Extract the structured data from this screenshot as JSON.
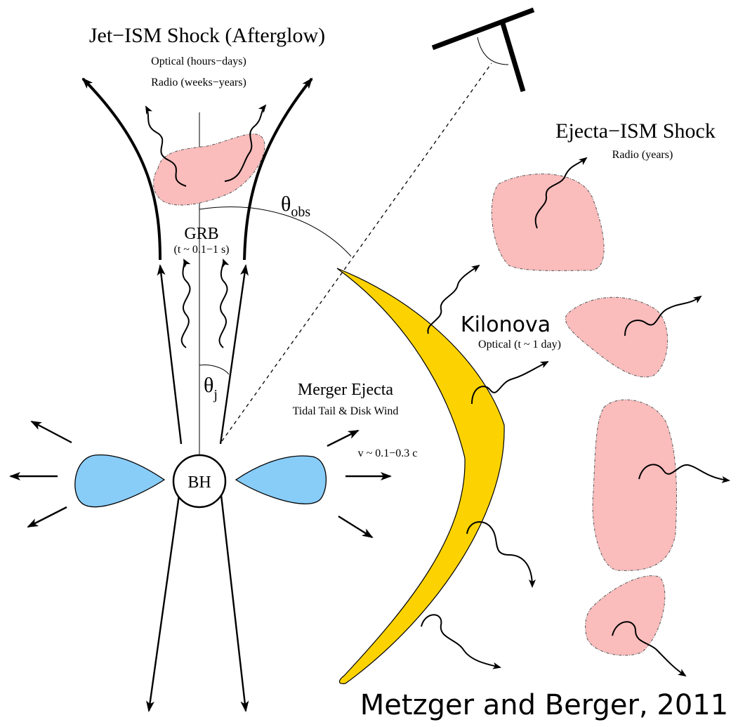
{
  "labels": {
    "afterglow_title": "Jet−ISM Shock (Afterglow)",
    "afterglow_optical": "Optical (hours−days)",
    "afterglow_radio": "Radio (weeks−years)",
    "ejecta_shock_title": "Ejecta−ISM Shock",
    "ejecta_shock_radio": "Radio (years)",
    "theta_obs_symbol": "θ",
    "theta_obs_sub": "obs",
    "grb": "GRB",
    "grb_time": "(t ~ 0.1−1 s)",
    "kilonova": "Kilonova",
    "kilonova_optical": "Optical (t ~ 1 day)",
    "theta_j_symbol": "θ",
    "theta_j_sub": "j",
    "merger_ejecta": "Merger Ejecta",
    "tidal_tail": "Tidal Tail & Disk Wind",
    "velocity": "v ~ 0.1−0.3 c",
    "bh": "BH",
    "credit": "Metzger and Berger, 2011"
  },
  "colors": {
    "blob_pink": "#fbbcbc",
    "disk_blue": "#88ccf8",
    "ejecta_yellow": "#fcd300"
  },
  "icons": {
    "observer": "eye-observer-icon",
    "black_hole": "black-hole-circle"
  }
}
